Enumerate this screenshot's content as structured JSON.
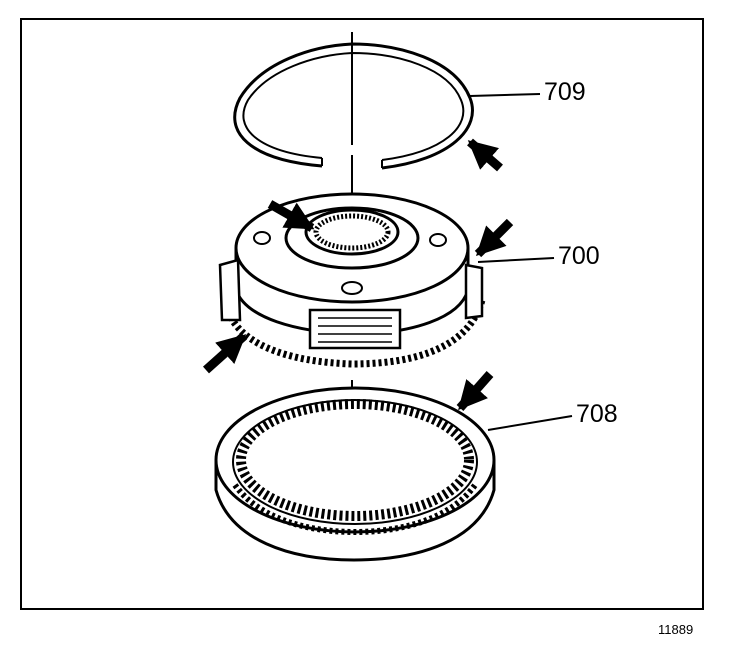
{
  "figure": {
    "figure_number": "11889",
    "colors": {
      "line": "#000000",
      "background": "#ffffff"
    }
  },
  "parts": [
    {
      "callout": "709",
      "part": "snap-ring"
    },
    {
      "callout": "700",
      "part": "planetary-carrier-assembly"
    },
    {
      "callout": "708",
      "part": "internal-ring-gear"
    }
  ],
  "icons": [
    "arrow-icon"
  ]
}
